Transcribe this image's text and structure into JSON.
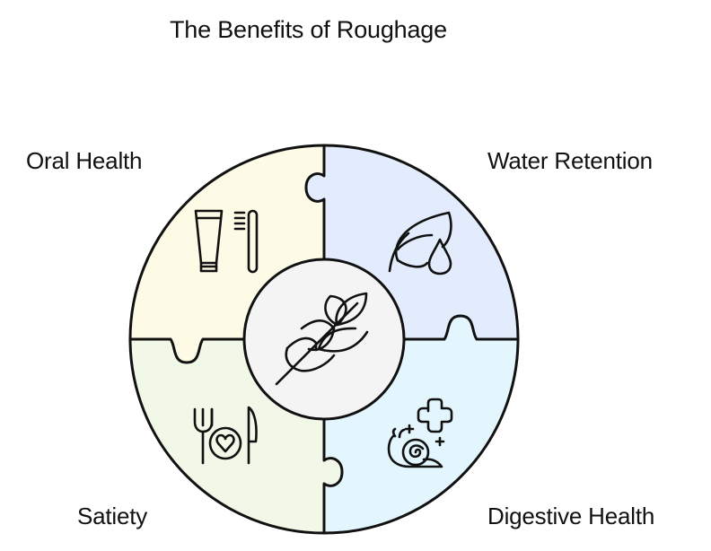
{
  "title": "The Benefits of Roughage",
  "center": {
    "icon": "wheat-icon",
    "fill": "#f4f4f4"
  },
  "segments": [
    {
      "label": "Oral Health",
      "icon": "toothpaste-toothbrush-icon",
      "fill": "#fdfbe6",
      "position": "top-left"
    },
    {
      "label": "Water Retention",
      "icon": "leaf-water-drop-icon",
      "fill": "#e3ecfd",
      "position": "top-right"
    },
    {
      "label": "Satiety",
      "icon": "fork-plate-knife-icon",
      "fill": "#f2f8e8",
      "position": "bottom-left"
    },
    {
      "label": "Digestive Health",
      "icon": "snail-health-icon",
      "fill": "#e3f6fe",
      "position": "bottom-right"
    }
  ]
}
